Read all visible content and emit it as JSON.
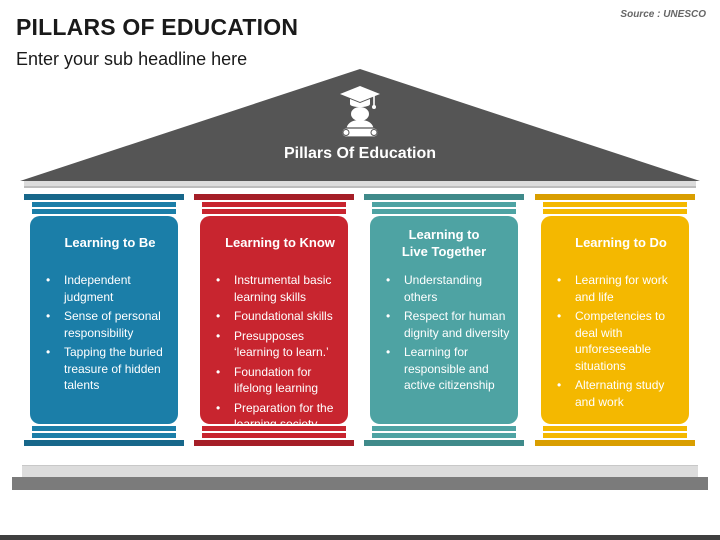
{
  "header": {
    "title": "PILLARS OF EDUCATION",
    "subtitle": "Enter your sub headline here",
    "source": "Source : UNESCO"
  },
  "roof": {
    "label": "Pillars Of Education",
    "icon": "graduate-diploma-icon",
    "color": "#555555"
  },
  "pillars": [
    {
      "title": "Learning to Be",
      "color": "#1b7ea8",
      "cap_color": "#17678a",
      "items": [
        "Independent judgment",
        "Sense of personal responsibility",
        "Tapping the buried treasure of hidden talents"
      ]
    },
    {
      "title": "Learning to Know",
      "color": "#c8252f",
      "cap_color": "#a51e27",
      "items": [
        "Instrumental basic learning skills",
        "Foundational skills",
        "Presupposes ‘learning to learn.’",
        "Foundation for lifelong learning",
        "Preparation for the learning society"
      ]
    },
    {
      "title": "Learning to Live Together",
      "color": "#4ea3a3",
      "cap_color": "#3f8a8a",
      "items": [
        "Understanding others",
        "Respect for human dignity and diversity",
        "Learning for responsible and active citizenship"
      ]
    },
    {
      "title": "Learning to Do",
      "color": "#f4b800",
      "cap_color": "#d99e00",
      "items": [
        "Learning for work and life",
        "Competencies to deal with unforeseeable situations",
        "Alternating study and work"
      ]
    }
  ]
}
